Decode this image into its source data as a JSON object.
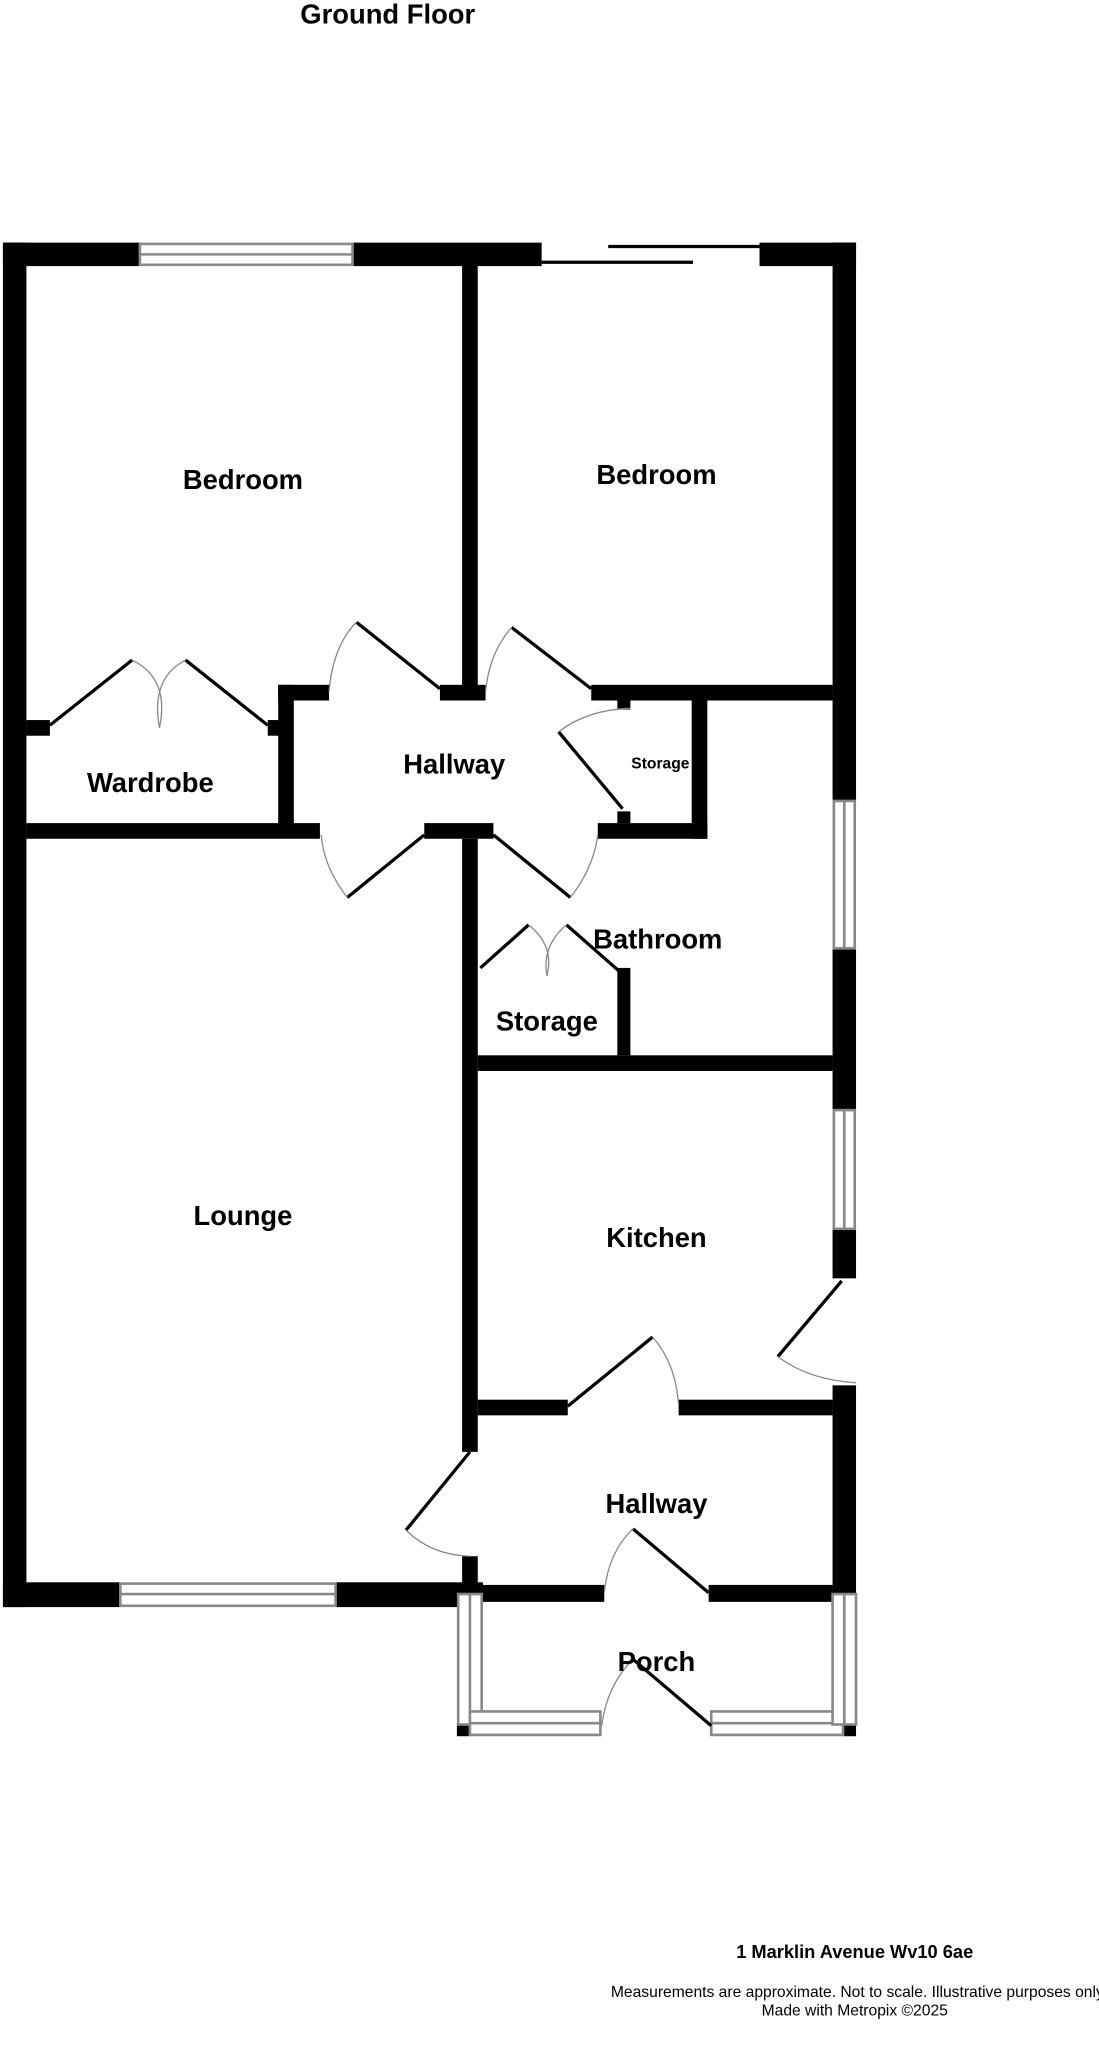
{
  "title": "Ground Floor",
  "rooms": {
    "bedroom_1": "Bedroom",
    "bedroom_2": "Bedroom",
    "wardrobe": "Wardrobe",
    "hallway_upper": "Hallway",
    "storage_upper": "Storage",
    "bathroom": "Bathroom",
    "storage_lower": "Storage",
    "lounge": "Lounge",
    "kitchen": "Kitchen",
    "hallway_lower": "Hallway",
    "porch": "Porch"
  },
  "address": "1 Marklin Avenue Wv10 6ae",
  "footer": {
    "disclaimer": "Measurements are approximate.  Not to scale.  Illustrative purposes only",
    "credit": "Made with Metropix ©2025"
  }
}
